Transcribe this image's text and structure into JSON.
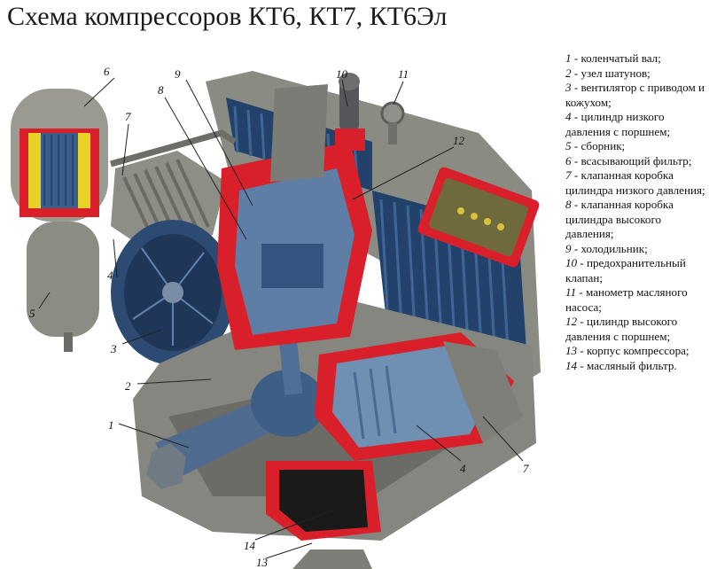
{
  "title": "Схема компрессоров КТ6, КТ7, КТ6Эл",
  "legend": [
    {
      "num": "1",
      "text": " - коленчатый вал;"
    },
    {
      "num": "2",
      "text": " - узел шатунов;"
    },
    {
      "num": "3",
      "text": " - вентилятор с приводом и кожухом;"
    },
    {
      "num": "4",
      "text": " - цилиндр низкого давления с поршнем;"
    },
    {
      "num": "5",
      "text": " - сборник;"
    },
    {
      "num": "6",
      "text": " - всасывающий фильтр;"
    },
    {
      "num": "7",
      "text": " - клапанная коробка цилиндра низкого давления;"
    },
    {
      "num": "8",
      "text": " - клапанная коробка цилиндра высокого давления;"
    },
    {
      "num": "9",
      "text": " - холодильник;"
    },
    {
      "num": "10",
      "text": " - предохранительный клапан;"
    },
    {
      "num": "11",
      "text": " - манометр масляного насоса;"
    },
    {
      "num": "12",
      "text": " - цилиндр высокого давления с поршнем;"
    },
    {
      "num": "13",
      "text": " - корпус компрессора;"
    },
    {
      "num": "14",
      "text": " - масляный фильтр."
    }
  ],
  "callouts": {
    "c1": "1",
    "c2": "2",
    "c3": "3",
    "c4a": "4",
    "c4b": "4",
    "c5": "5",
    "c6": "6",
    "c7a": "7",
    "c7b": "7",
    "c8": "8",
    "c9": "9",
    "c10": "10",
    "c11": "11",
    "c12": "12",
    "c13": "13",
    "c14": "14"
  },
  "colors": {
    "body": "#8b8c82",
    "body_dark": "#5e5f58",
    "cutaway": "#d9202a",
    "steel_blue": "#3d5f86",
    "radiator": "#24446e",
    "filter_yellow": "#e9d126"
  }
}
